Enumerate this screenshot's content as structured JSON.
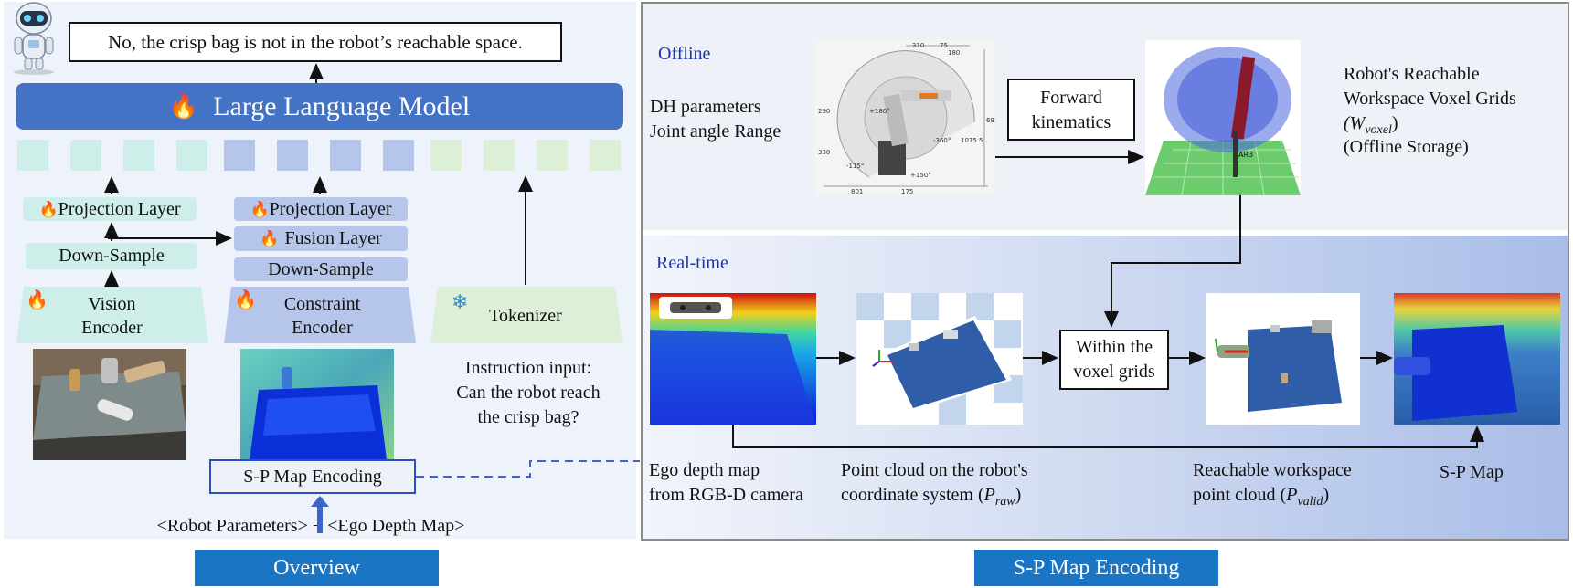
{
  "overview": {
    "answer": "No, the crisp bag is not in the robot’s reachable space.",
    "llm_label": "Large Language Model",
    "vision_branch": {
      "projection": "Projection Layer",
      "downsample": "Down-Sample",
      "encoder": "Vision\nEncoder"
    },
    "constraint_branch": {
      "projection": "Projection Layer",
      "fusion": "Fusion Layer",
      "downsample": "Down-Sample",
      "encoder": "Constraint\nEncoder",
      "sp_map_encoding": "S-P Map Encoding"
    },
    "tokenizer": "Tokenizer",
    "instruction": "Instruction input:\nCan the robot reach\nthe crisp bag?",
    "inputs": "<Robot Parameters> + <Ego Depth Map>",
    "tab_label": "Overview"
  },
  "sp_map": {
    "offline_label": "Offline",
    "realtime_label": "Real-time",
    "dh_text": "DH parameters\nJoint angle Range",
    "forward_kinematics": "Forward\nkinematics",
    "workspace_text": "Robot's Reachable\nWorkspace Voxel Grids",
    "w_voxel_base": "(W",
    "w_voxel_sub": "voxel",
    "w_voxel_close": ")",
    "offline_storage": "(Offline Storage)",
    "within": "Within the\nvoxel grids",
    "ego_depth": "Ego depth map\nfrom RGB-D camera",
    "point_cloud_1": "Point cloud on the robot's",
    "point_cloud_2": "coordinate system (",
    "p_raw_base": "P",
    "p_raw_sub": "raw",
    "reachable_1": "Reachable workspace",
    "reachable_2": "point cloud (",
    "p_valid_base": "P",
    "p_valid_sub": "valid",
    "sp_map_label": "S-P Map",
    "tab_label": "S-P Map Encoding",
    "drawing_dims": [
      "310",
      "75",
      "180",
      "691",
      "290",
      "330",
      "801",
      "175",
      "-115°",
      "+150°",
      "1075.5",
      "-360°",
      "+180°"
    ],
    "robot_tag": "AR3"
  },
  "colors": {
    "llm_blue": "#4472c4",
    "cyan_token": "#cdeee9",
    "blue_token": "#b5c6ea",
    "green_token": "#ddefd6",
    "tab_blue": "#1a75c4",
    "label_blue": "#2033a8"
  }
}
